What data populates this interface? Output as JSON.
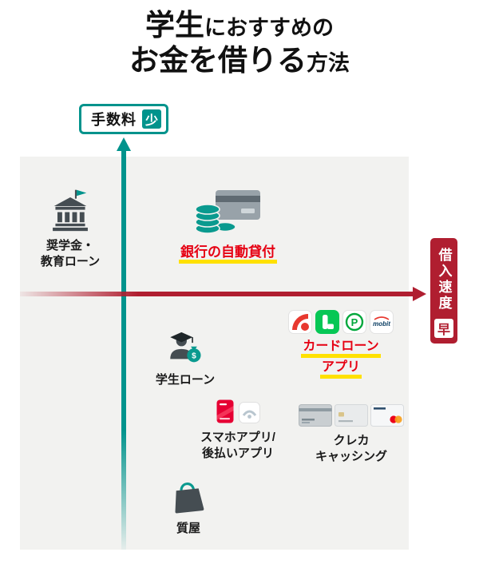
{
  "title": {
    "part1": "学生",
    "part2": "におすすめの",
    "part3": "お金を借りる",
    "part4": "方法"
  },
  "y_axis": {
    "label": "手数料",
    "badge": "少"
  },
  "x_axis": {
    "label": "借入速度",
    "badge": "早"
  },
  "items": {
    "scholarship": {
      "line1": "奨学金・",
      "line2": "教育ローン"
    },
    "bank_auto": {
      "label": "銀行の自動貸付"
    },
    "card_apps": {
      "line1": "カードローン",
      "line2": "アプリ",
      "app3_text": "P",
      "app4_text": "mobit"
    },
    "student_loan": {
      "label": "学生ローン",
      "bag_symbol": "$"
    },
    "phone_apps": {
      "line1": "スマホアプリ/",
      "line2": "後払いアプリ"
    },
    "card_cashing": {
      "line1": "クレカ",
      "line2": "キャッシング"
    },
    "pawn": {
      "label": "質屋"
    }
  },
  "colors": {
    "teal": "#00938c",
    "dark_red": "#b01e30",
    "accent_red": "#e60012",
    "marker_yellow": "#ffe100",
    "chart_bg": "#f2f2f0"
  }
}
